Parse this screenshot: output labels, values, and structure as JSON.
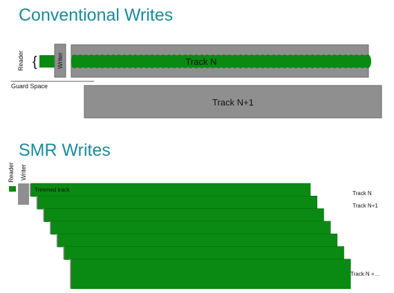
{
  "conventional": {
    "title": "Conventional Writes",
    "reader_label": "Reader",
    "writer_label": "Writer",
    "guard_space_label": "Guard Space",
    "track_n_label": "Track N",
    "track_n1_label": "Track N+1"
  },
  "smr": {
    "title": "SMR Writes",
    "reader_label": "Reader",
    "writer_label": "Writer",
    "trimmed_track_label": "Trimmed track",
    "track_labels": [
      "Track N",
      "Track N+1",
      "Track N +…"
    ],
    "track_count": 7
  },
  "colors": {
    "green": "#0a8a12",
    "green_dark": "#066a0c",
    "gray": "#8f8f8f",
    "gray_dark": "#6a6a6a",
    "title": "#1b8a9a"
  }
}
